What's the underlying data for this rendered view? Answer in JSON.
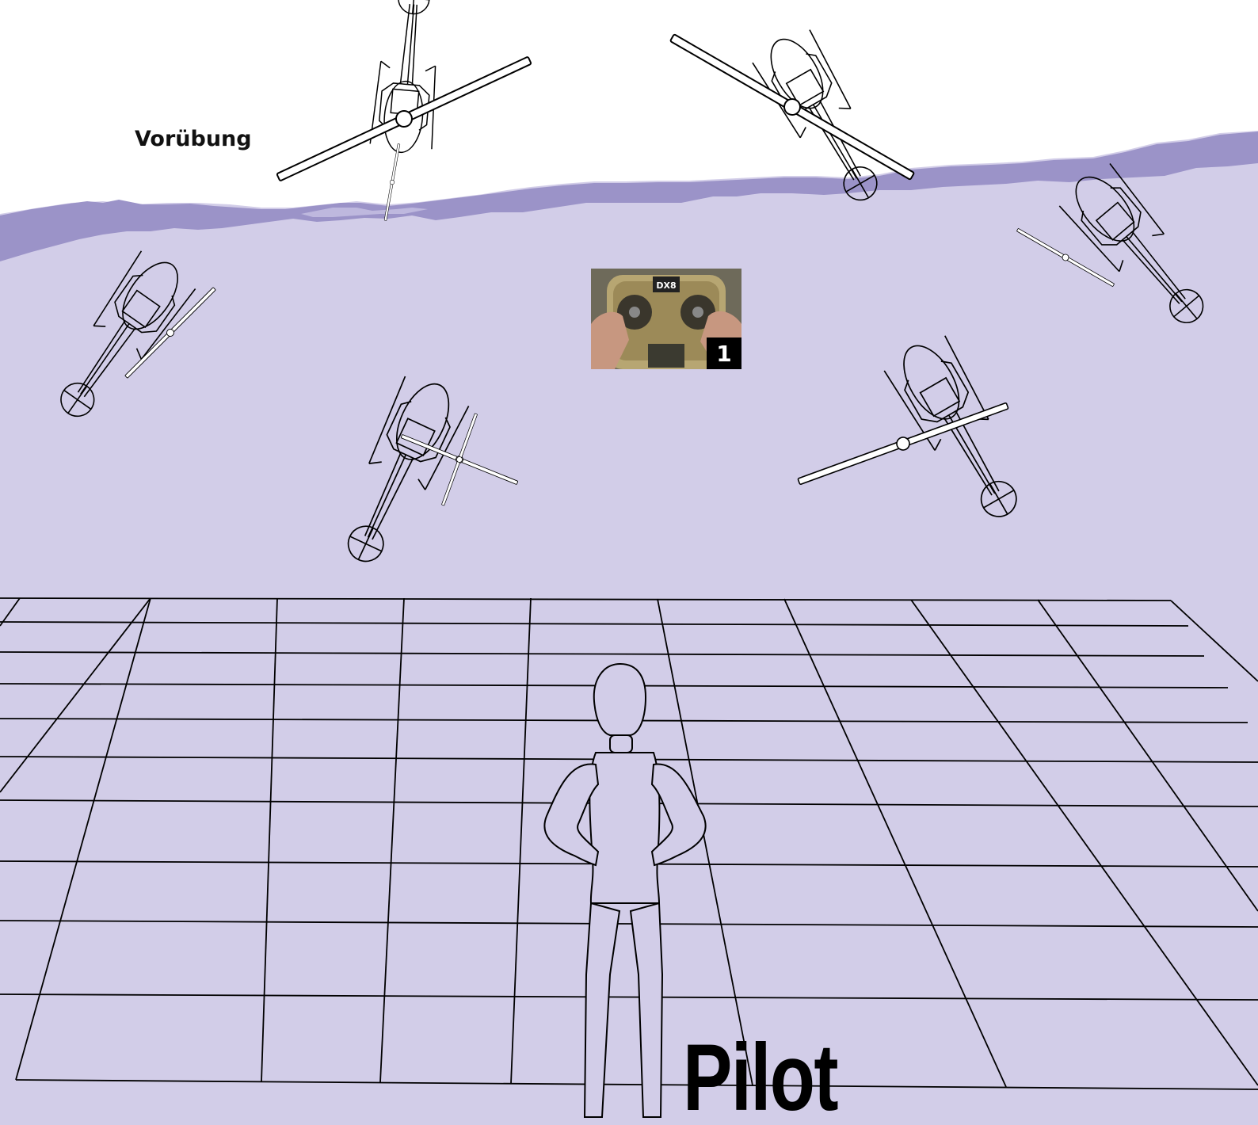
{
  "title": "Vorübung",
  "pilot_label": "Pilot",
  "remote": {
    "badge": "1",
    "brand_text": "DX8"
  },
  "colors": {
    "sky_top": "#ffffff",
    "ground": "#d2cde8",
    "horizon_band": "#9b93c8",
    "horizon_highlight": "#c7c2e3",
    "lines": "#000000"
  }
}
